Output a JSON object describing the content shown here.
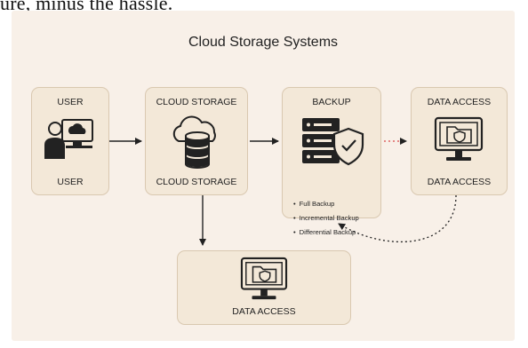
{
  "top_caption": "ure, minus the hassle.",
  "title": "Cloud Storage Systems",
  "nodes": {
    "user": {
      "top_label": "USER",
      "bottom_label": "USER"
    },
    "cloud_storage": {
      "top_label": "CLOUD STORAGE",
      "bottom_label": "CLOUD STORAGE"
    },
    "backup": {
      "top_label": "BACKUP",
      "items": [
        "Full Backup",
        "Incremental Backup",
        "Differential Backup"
      ]
    },
    "data_access_right": {
      "top_label": "DATA ACCESS",
      "bottom_label": "DATA ACCESS"
    },
    "data_access_bottom": {
      "bottom_label": "DATA ACCESS"
    }
  },
  "icons": {
    "user": "user-at-computer-icon",
    "cloud_storage": "cloud-database-icon",
    "backup": "server-shield-icon",
    "data_access": "monitor-folder-shield-icon"
  },
  "colors": {
    "background": "#f8f0e8",
    "box_fill": "#f3e8d8",
    "box_border": "#d9c8b0",
    "dark": "#222222",
    "arrow_dashed": "#d94a4a"
  }
}
